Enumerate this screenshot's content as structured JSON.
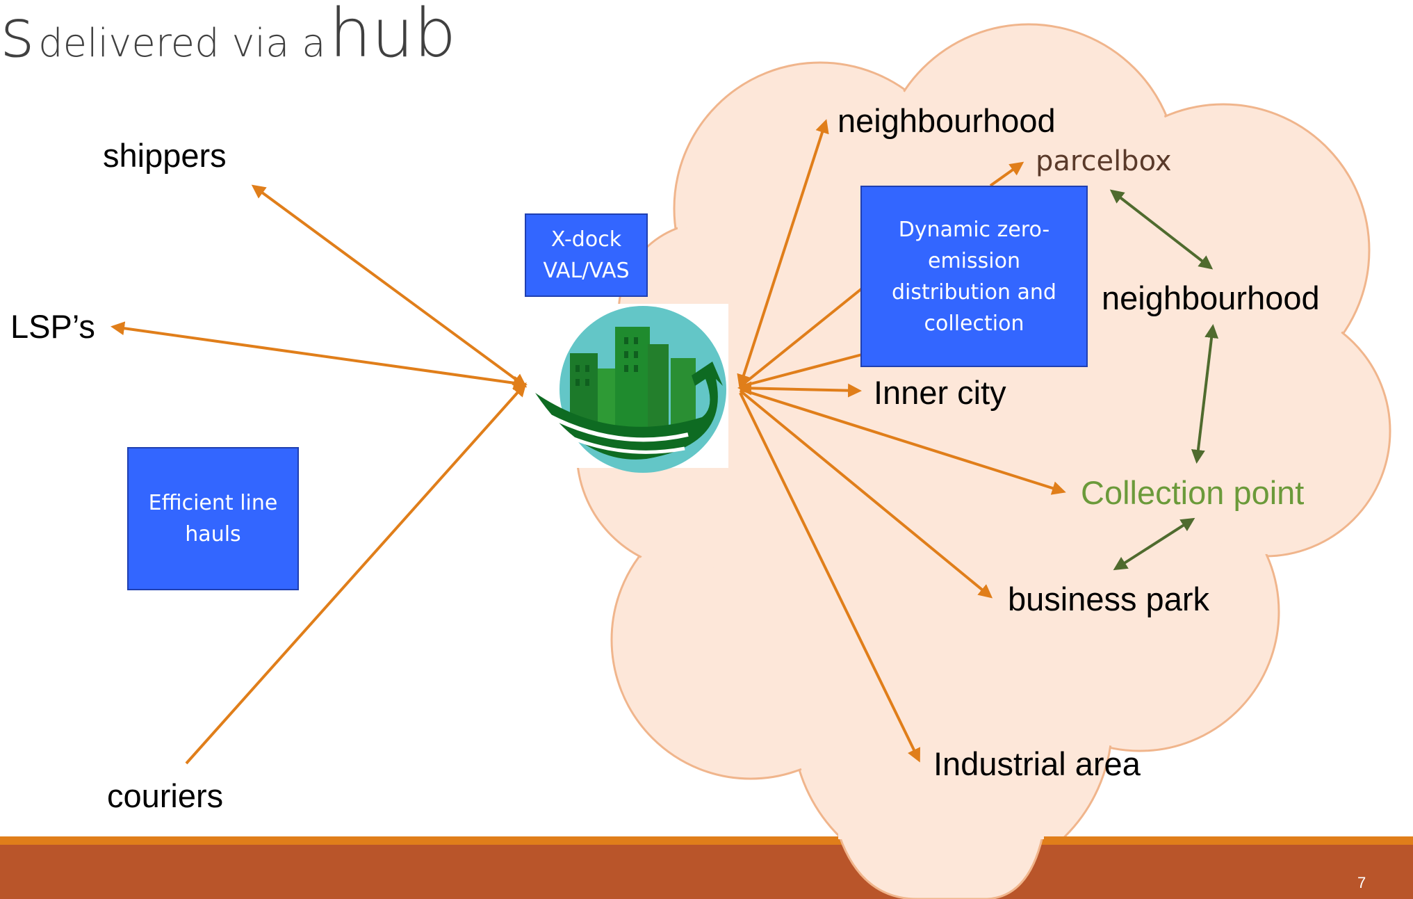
{
  "title": {
    "part1": "s",
    "part2": "delivered via a",
    "part3": "hub"
  },
  "labels": {
    "shippers": "shippers",
    "lsps": "LSP’s",
    "couriers": "couriers",
    "neighbourhood_top": "neighbourhood",
    "parcelbox": "parcelbox",
    "neighbourhood_right": "neighbourhood",
    "inner_city": "Inner city",
    "collection_point": "Collection point",
    "business_park": "business park",
    "industrial_area": "Industrial area"
  },
  "boxes": {
    "xdock": "X-dock\nVAL/VAS",
    "efficient": "Efficient line\nhauls",
    "dynamic": "Dynamic zero-\nemission\ndistribution and\ncollection"
  },
  "page_number": "7",
  "colors": {
    "cloud_fill": "#fde7d9",
    "cloud_stroke": "#f0b58c",
    "orange_arrow": "#e07e1a",
    "green_arrow": "#4f6b2e",
    "box_fill": "#3366ff",
    "parcelbox_text": "#5a3a2a",
    "collection_text": "#6b9a3a",
    "footer": "#b9552a"
  },
  "icons": {
    "hub_logo": "city-skyline-wave-logo"
  }
}
